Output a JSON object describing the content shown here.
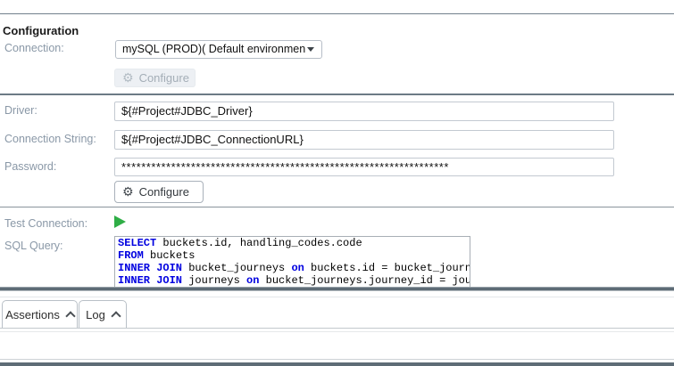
{
  "header": {
    "title": "Configuration"
  },
  "connection": {
    "label": "Connection:",
    "selected": "mySQL (PROD)( Default environment )",
    "configure_button": "Configure"
  },
  "driver": {
    "label": "Driver:",
    "value": "${#Project#JDBC_Driver}"
  },
  "connection_string": {
    "label": "Connection String:",
    "value": "${#Project#JDBC_ConnectionURL}"
  },
  "password": {
    "label": "Password:",
    "value": "******************************************************************"
  },
  "configure": {
    "button": "Configure"
  },
  "test_connection": {
    "label": "Test Connection:"
  },
  "sql_query": {
    "label": "SQL Query:",
    "lines": [
      {
        "segs": [
          {
            "t": "SELECT"
          },
          {
            "t": " buckets.id, handling_codes.code"
          }
        ]
      },
      {
        "segs": [
          {
            "t": "FROM"
          },
          {
            "t": " buckets"
          }
        ]
      },
      {
        "segs": [
          {
            "t": "INNER JOIN"
          },
          {
            "t": " bucket_journeys "
          },
          {
            "t": "on"
          },
          {
            "t": " buckets.id = bucket_journey"
          }
        ]
      },
      {
        "segs": [
          {
            "t": "INNER JOIN"
          },
          {
            "t": " journeys "
          },
          {
            "t": "on"
          },
          {
            "t": " bucket_journeys.journey_id = journ"
          }
        ]
      }
    ]
  },
  "tabs": {
    "assertions": "Assertions",
    "log": "Log"
  },
  "colors": {
    "sql_keyword": "#0000e0",
    "play_icon": "#2fae46",
    "label_text": "#8a98a7",
    "splitter_bar": "#5e6c76"
  }
}
